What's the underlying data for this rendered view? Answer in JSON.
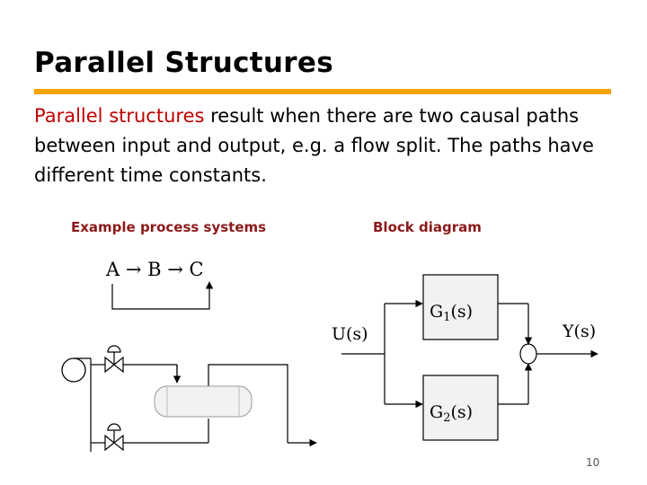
{
  "slide": {
    "title": "Parallel Structures",
    "accent_color": "#f5a400",
    "highlight_color": "#c00000",
    "label_color": "#8b1a1a",
    "body": {
      "highlight": "Parallel structures",
      "rest": " result when there are two causal paths between input and output, e.g. a flow split. The paths have different time constants."
    },
    "left_label": "Example process systems",
    "right_label": "Block diagram",
    "reaction": "A → B → C",
    "slide_number": "10"
  },
  "block_diagram": {
    "input": "U(s)",
    "output": "Y(s)",
    "g1": {
      "base": "G",
      "sub": "1",
      "suffix": "(s)"
    },
    "g2": {
      "base": "G",
      "sub": "2",
      "suffix": "(s)"
    }
  }
}
